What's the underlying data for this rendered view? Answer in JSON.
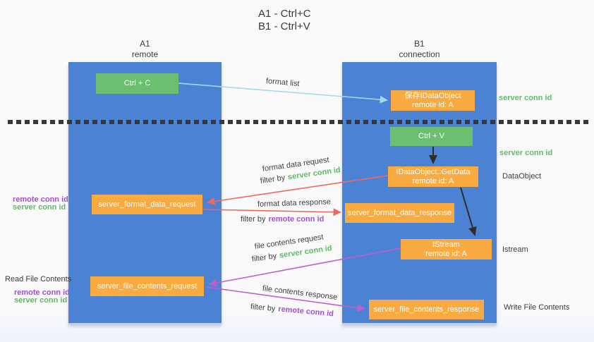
{
  "title": {
    "line1": "A1 - Ctrl+C",
    "line2": "B1 - Ctrl+V"
  },
  "lanes": {
    "a1": {
      "name": "A1",
      "subtitle": "remote"
    },
    "b1": {
      "name": "B1",
      "subtitle": "connection"
    }
  },
  "nodes": {
    "ctrl_c": "Ctrl + C",
    "ctrl_v": "Ctrl + V",
    "save_dataobject": {
      "line1": "保存IDataObject",
      "line2": "remote id: A"
    },
    "getdata": {
      "line1": "IDataObject::GetData",
      "line2": "remote id: A"
    },
    "istream": {
      "line1": "IStream",
      "line2": "remote id: A"
    },
    "server_format_data_request": "server_format_data_request",
    "server_format_data_response": "server_format_data_response",
    "server_file_contents_request": "server_file_contents_request",
    "server_file_contents_response": "server_file_contents_response"
  },
  "edge_labels": {
    "format_list": "format list",
    "format_data_request": "format data request",
    "format_data_response": "format data response",
    "file_contents_request": "file contents request",
    "file_contents_response": "file contents response",
    "filter_by": "filter by",
    "server_conn_id": "server conn id",
    "remote_conn_id": "remote conn id"
  },
  "side_labels": {
    "remote_conn_id": "remote conn id",
    "server_conn_id": "server conn id",
    "read_file_contents": "Read File Contents",
    "dataobject": "DataObject",
    "istream": "Istream",
    "write_file_contents": "Write File Contents"
  },
  "colors": {
    "lane_blue": "#4b82d4",
    "node_green": "#6cbe70",
    "node_orange": "#f9aa41",
    "arrow_blue": "#a5d8f0",
    "arrow_black": "#2d2d2d",
    "arrow_red": "#ed6a60",
    "arrow_magenta": "#c05fc8",
    "text_green": "#62b966",
    "text_purple": "#a04fd4"
  }
}
